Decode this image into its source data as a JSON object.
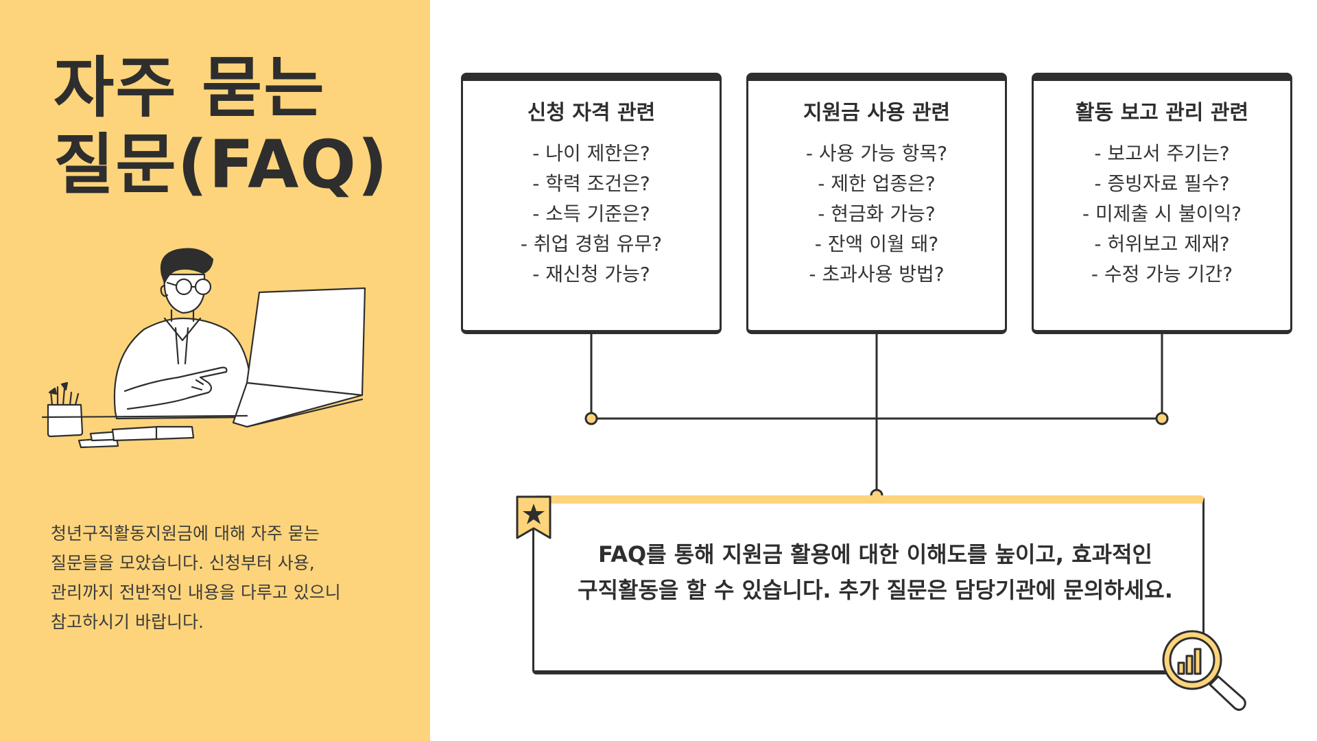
{
  "title": {
    "line1": "자주 묻는",
    "line2": "질문(FAQ)"
  },
  "intro": "청년구직활동지원금에 대해 자주 묻는 질문들을 모았습니다. 신청부터 사용, 관리까지 전반적인 내용을 다루고 있으니 참고하시기 바랍니다.",
  "cards": [
    {
      "title": "신청 자격 관련",
      "items": [
        "- 나이 제한은?",
        "- 학력 조건은?",
        "- 소득 기준은?",
        "- 취업 경험 유무?",
        "- 재신청 가능?"
      ]
    },
    {
      "title": "지원금 사용 관련",
      "items": [
        "- 사용 가능 항목?",
        "- 제한 업종은?",
        "- 현금화 가능?",
        "- 잔액 이월 돼?",
        "- 초과사용 방법?"
      ]
    },
    {
      "title": "활동 보고 관리 관련",
      "items": [
        "- 보고서 주기는?",
        "- 증빙자료 필수?",
        "- 미제출 시 불이익?",
        "- 허위보고 제재?",
        "- 수정 가능 기간?"
      ]
    }
  ],
  "note": "FAQ를 통해 지원금 활용에 대한 이해도를 높이고, 효과적인 구직활동을 할 수 있습니다. 추가 질문은 담당기관에 문의하세요.",
  "colors": {
    "accent_yellow": "#fdd47b",
    "dark": "#2e2e2e",
    "background": "#ffffff"
  },
  "icons": {
    "badge": "star-icon",
    "magnifier": "magnifier-chart-icon",
    "illustration": "person-at-laptop-illustration"
  }
}
